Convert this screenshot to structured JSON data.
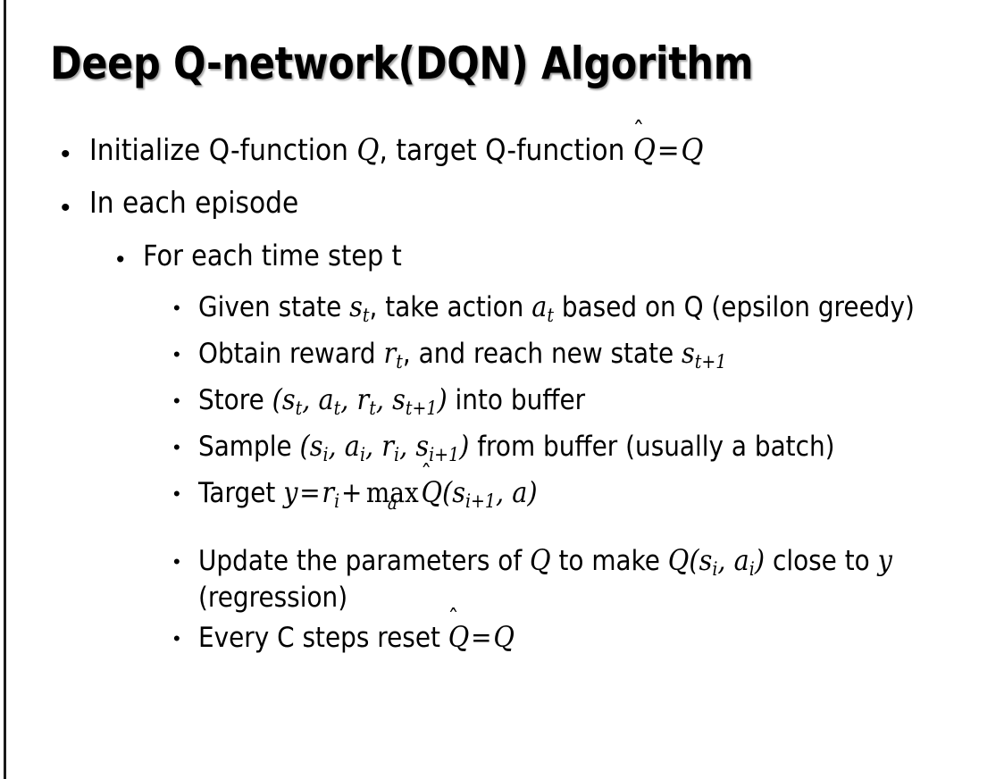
{
  "slide": {
    "title": "Deep Q-network(DQN) Algorithm",
    "background_color": "#ffffff",
    "text_color": "#000000",
    "left_rule_color": "#1a1a1a",
    "bullet_glyph": "•"
  },
  "bullets": {
    "b1": {
      "level": 1,
      "plain": "Initialize Q-function Q, target Q-function Q̂ = Q",
      "pre": "Initialize Q-function ",
      "var1": "Q",
      "mid": ", target Q-function ",
      "hat_base": "Q",
      "hat_mark": "̂",
      "eq": "=",
      "var2": "Q"
    },
    "b2": {
      "level": 1,
      "plain": "In each episode",
      "text": "In each episode"
    },
    "b3": {
      "level": 2,
      "plain": "For each time step t",
      "text": "For each time step t"
    },
    "b4": {
      "level": 3,
      "plain": "Given state s_t, take action a_t based on Q (epsilon greedy)",
      "pre": "Given state ",
      "v1": "s",
      "v1sub": "t",
      "mid": ", take action ",
      "v2": "a",
      "v2sub": "t",
      "post": " based on Q (epsilon greedy)"
    },
    "b5": {
      "level": 3,
      "plain": "Obtain reward r_t, and reach new state s_{t+1}",
      "pre": "Obtain reward ",
      "v1": "r",
      "v1sub": "t",
      "mid": ", and reach new state ",
      "v2": "s",
      "v2sub": "t+1"
    },
    "b6": {
      "level": 3,
      "plain": "Store (s_t, a_t, r_t, s_{t+1}) into buffer",
      "pre": "Store ",
      "open": "(",
      "v1": "s",
      "v1sub": "t",
      "v2": "a",
      "v2sub": "t",
      "v3": "r",
      "v3sub": "t",
      "v4": "s",
      "v4sub": "t+1",
      "close": ")",
      "post": " into buffer",
      "comma": ", "
    },
    "b7": {
      "level": 3,
      "plain": "Sample (s_i, a_i, r_i, s_{i+1}) from buffer (usually a batch)",
      "pre": "Sample ",
      "open": "(",
      "v1": "s",
      "v1sub": "i",
      "v2": "a",
      "v2sub": "i",
      "v3": "r",
      "v3sub": "i",
      "v4": "s",
      "v4sub": "i+1",
      "close": ")",
      "post": " from buffer (usually a batch)",
      "comma": ", "
    },
    "b8": {
      "level": 3,
      "plain": "Target y = r_i + max_a Q̂(s_{i+1}, a)",
      "pre": "Target ",
      "y": "y",
      "eq": "=",
      "v1": "r",
      "v1sub": "i",
      "plus": "+",
      "max": "max",
      "max_sub": "a",
      "hat_base": "Q",
      "hat_mark": "̂",
      "open": "(",
      "v2": "s",
      "v2sub": "i+1",
      "comma": ", ",
      "v3": "a",
      "close": ")"
    },
    "b9": {
      "level": 3,
      "plain": "Update the parameters of Q to make Q(s_i, a_i) close to y (regression)",
      "pre": "Update the parameters of ",
      "q1": "Q",
      "mid": " to make ",
      "q2": "Q",
      "open": "(",
      "v1": "s",
      "v1sub": "i",
      "comma": ", ",
      "v2": "a",
      "v2sub": "i",
      "close": ")",
      "post": " close to ",
      "y": "y",
      "tail": " (regression)"
    },
    "b10": {
      "level": 3,
      "plain": "Every C steps reset Q̂ = Q",
      "pre": "Every C steps reset ",
      "hat_base": "Q",
      "hat_mark": "̂",
      "eq": "=",
      "q": "Q"
    }
  }
}
